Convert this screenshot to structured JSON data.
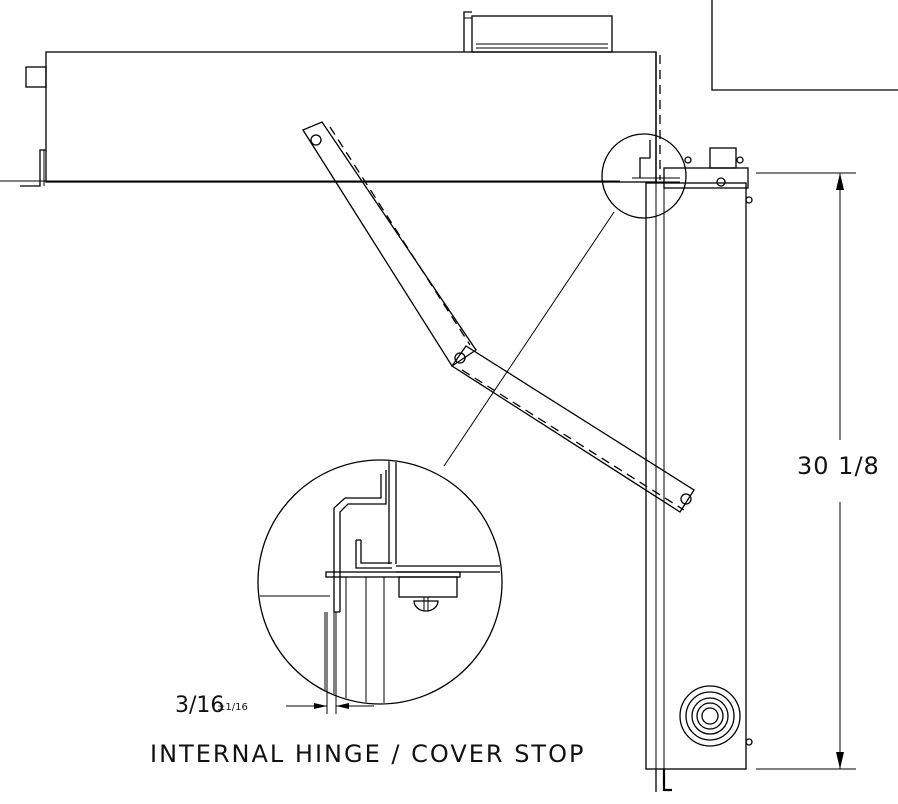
{
  "drawing": {
    "height_dimension": "30 1/8",
    "gap_dimension": "3/16",
    "gap_tolerance": "±1/16",
    "caption": "INTERNAL HINGE / COVER STOP"
  }
}
